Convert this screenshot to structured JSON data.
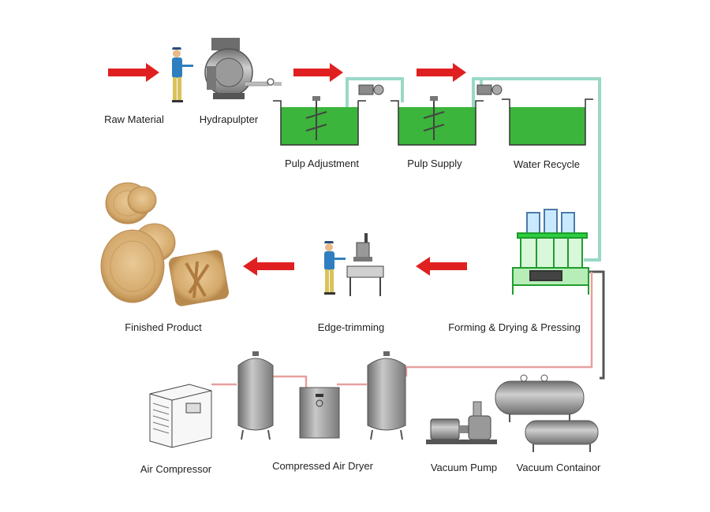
{
  "labels": {
    "raw_material": "Raw Material",
    "hydrapulpter": "Hydrapulpter",
    "pulp_adjustment": "Pulp Adjustment",
    "pulp_supply": "Pulp Supply",
    "water_recycle": "Water Recycle",
    "forming": "Forming & Drying & Pressing",
    "edge_trimming": "Edge-trimming",
    "finished_product": "Finished Product",
    "air_compressor": "Air Compressor",
    "air_dryer": "Compressed Air Dryer",
    "vacuum_pump": "Vacuum Pump",
    "vacuum_container": "Vacuum Containor"
  },
  "colors": {
    "arrow": "#e02020",
    "pulp": "#3bb53b",
    "water_pipe": "#8fd3c4",
    "machine_green": "#2ecc40",
    "plate": "#d8b27d",
    "tank": "#8c8c8c"
  },
  "icons": {
    "worker": "worker-icon",
    "flow_arrow": "red-arrow-icon"
  }
}
